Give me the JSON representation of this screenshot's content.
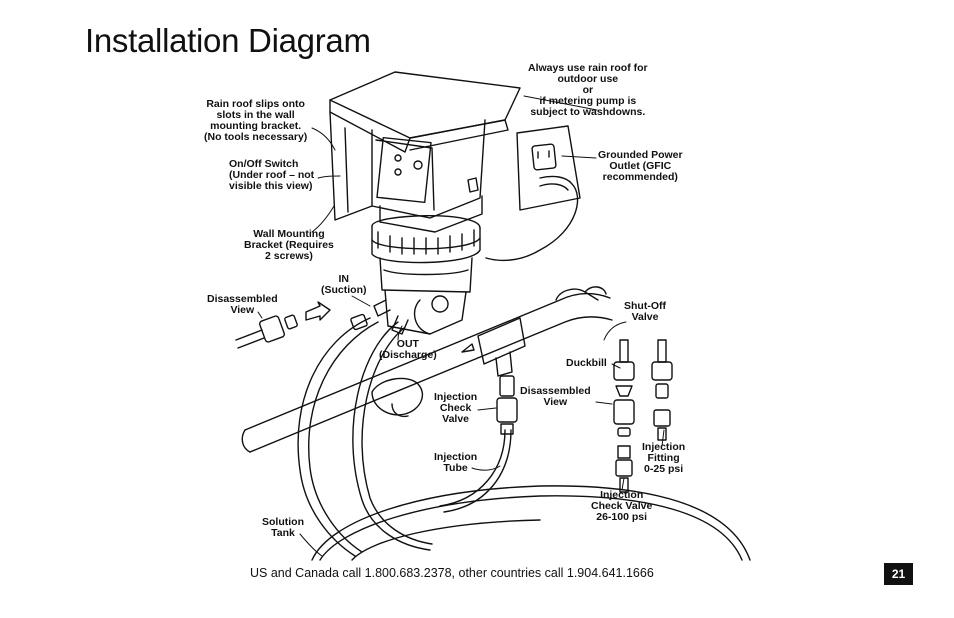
{
  "title": "Installation Diagram",
  "labels": {
    "rain_roof_slips": [
      "Rain roof slips onto",
      "slots in the wall",
      "mounting bracket.",
      "(No tools necessary)"
    ],
    "always_rain_roof": [
      "Always use rain roof for",
      "outdoor use",
      "or",
      "if metering pump is",
      "subject to washdowns."
    ],
    "on_off_switch": [
      "On/Off Switch",
      "(Under roof – not",
      "visible this view)"
    ],
    "grounded_outlet": [
      "Grounded Power",
      "Outlet (GFIC",
      "recommended)"
    ],
    "wall_bracket": [
      "Wall Mounting",
      "Bracket (Requires",
      "2 screws)"
    ],
    "in_suction": [
      "IN",
      "(Suction)"
    ],
    "disassembled_view_left": [
      "Disassembled",
      "View"
    ],
    "out_discharge": [
      "OUT",
      "(Discharge)"
    ],
    "shut_off_valve": [
      "Shut-Off",
      "Valve"
    ],
    "duckbill": [
      "Duckbill"
    ],
    "injection_check_valve": [
      "Injection",
      "Check",
      "Valve"
    ],
    "disassembled_view_right": [
      "Disassembled",
      "View"
    ],
    "injection_fitting": [
      "Injection",
      "Fitting",
      "0-25 psi"
    ],
    "injection_tube": [
      "Injection",
      "Tube"
    ],
    "injection_check_valve_hp": [
      "Injection",
      "Check Valve",
      "26-100 psi"
    ],
    "solution_tank": [
      "Solution",
      "Tank"
    ]
  },
  "footer": "US and Canada call 1.800.683.2378, other countries call 1.904.641.1666",
  "page_number": "21"
}
